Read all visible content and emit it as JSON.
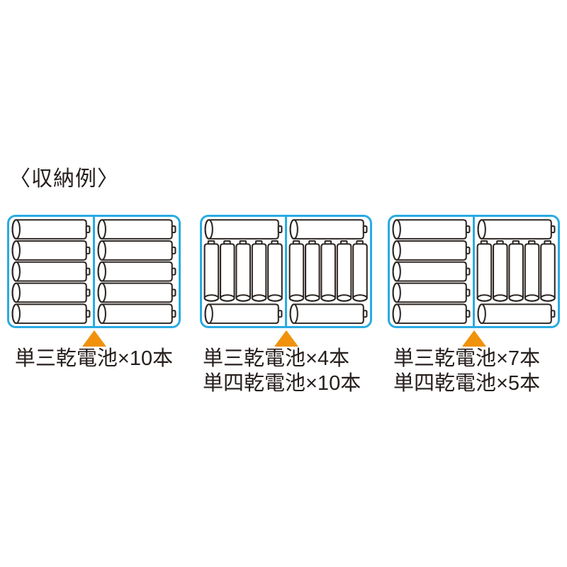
{
  "title": "〈収納例〉",
  "colors": {
    "case_border_blue": "#29abe2",
    "pointer_orange": "#f0920b",
    "battery_outline": "#2d2724",
    "battery_fill": "#ffffff",
    "text": "#251e1c",
    "background": "#ffffff"
  },
  "examples": [
    {
      "caption_lines": [
        "単三乾電池×10本"
      ],
      "halves": [
        {
          "layout": "aa-horizontal-stack",
          "aa_count": 5,
          "aaa_count": 0
        },
        {
          "layout": "aa-horizontal-stack",
          "aa_count": 5,
          "aaa_count": 0
        }
      ]
    },
    {
      "caption_lines": [
        "単三乾電池×4本",
        "単四乾電池×10本"
      ],
      "halves": [
        {
          "layout": "aa-top-bottom-aaa-middle",
          "aa_count": 2,
          "aaa_count": 5
        },
        {
          "layout": "aa-top-bottom-aaa-middle",
          "aa_count": 2,
          "aaa_count": 5
        }
      ]
    },
    {
      "caption_lines": [
        "単三乾電池×7本",
        "単四乾電池×5本"
      ],
      "halves": [
        {
          "layout": "aa-horizontal-stack",
          "aa_count": 5,
          "aaa_count": 0
        },
        {
          "layout": "aa-top-bottom-aaa-middle",
          "aa_count": 2,
          "aaa_count": 5
        }
      ]
    }
  ]
}
